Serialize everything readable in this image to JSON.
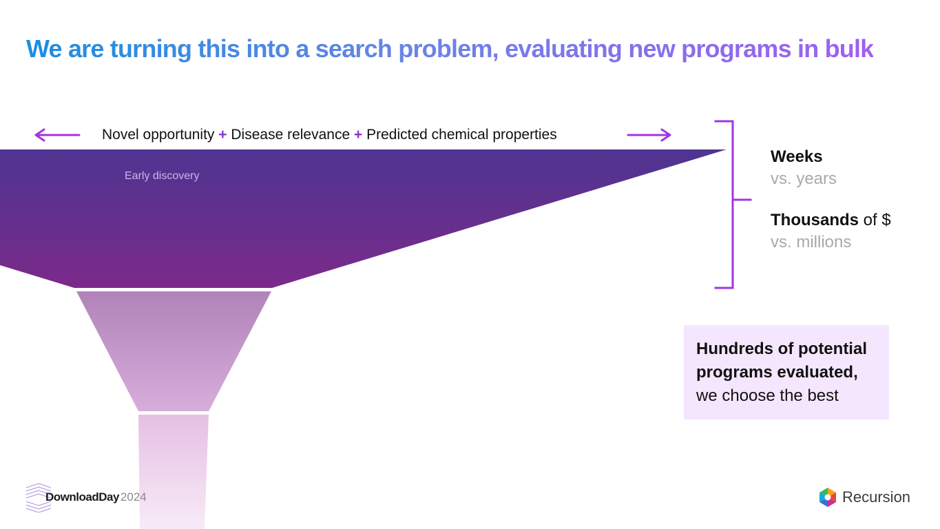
{
  "slide": {
    "title": "We are turning this into a search problem, evaluating new programs in bulk"
  },
  "criteria": {
    "part1": "Novel opportunity",
    "plus": "+",
    "part2": "Disease relevance",
    "part3": "Predicted chemical properties"
  },
  "funnel": {
    "stage1_label": "Early discovery",
    "colors": {
      "stage1_top": "#4e3591",
      "stage1_bottom": "#7b2a8a",
      "stage2_top": "#b183b9",
      "stage2_bottom": "#d7addb",
      "stage3_top": "#e6bfe3",
      "stage3_bottom": "#f7ebf7"
    }
  },
  "metrics": [
    {
      "strong": "Weeks",
      "rest": "",
      "compare": "vs. years"
    },
    {
      "strong": "Thousands",
      "rest": " of $",
      "compare": "vs. millions"
    }
  ],
  "callout": {
    "bold": "Hundreds of potential programs evaluated,",
    "normal": "we choose the best",
    "background": "#f4e6fd"
  },
  "footer": {
    "event_name": "DownloadDay",
    "event_year": "2024",
    "company": "Recursion"
  },
  "accent_color": "#a135e0"
}
